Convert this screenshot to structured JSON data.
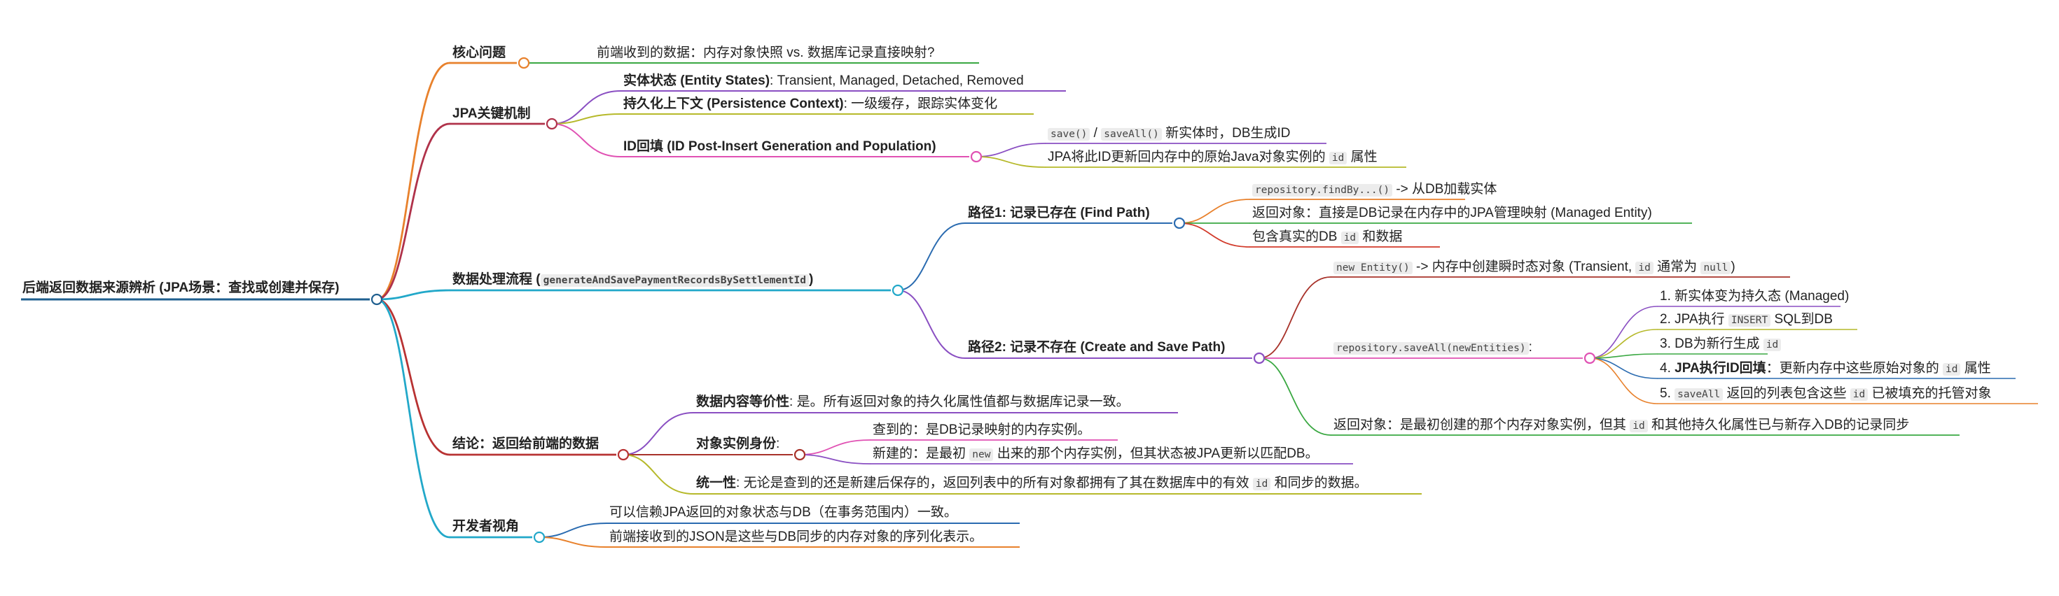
{
  "root": "后端返回数据来源辨析 (JPA场景：查找或创建并保存)",
  "core": {
    "title": "核心问题",
    "question": "前端收到的数据：内存对象快照 vs. 数据库记录直接映射?"
  },
  "jpa": {
    "title": "JPA关键机制",
    "entity_states_bold": "实体状态 (Entity States)",
    "entity_states_rest": ": Transient, Managed, Detached, Removed",
    "persistence_bold": "持久化上下文 (Persistence Context)",
    "persistence_rest": ": 一级缓存，跟踪实体变化",
    "id_title": "ID回填 (ID Post-Insert Generation and Population)",
    "id_c1_code_a": "save()",
    "id_c1_slash": " / ",
    "id_c1_code_b": "saveAll()",
    "id_c1_text": " 新实体时，DB生成ID",
    "id_c2_pre": "JPA将此ID更新回内存中的原始Java对象实例的 ",
    "id_c2_code": "id",
    "id_c2_post": " 属性"
  },
  "flow": {
    "title_pre": "数据处理流程 (",
    "title_code": "generateAndSavePaymentRecordsBySettlementId",
    "title_post": ")",
    "path1": {
      "title": "路径1: 记录已存在 (Find Path)",
      "c1_code": "repository.findBy...()",
      "c1_text": " -> 从DB加载实体",
      "c2": "返回对象：直接是DB记录在内存中的JPA管理映射 (Managed Entity)",
      "c3_pre": "包含真实的DB ",
      "c3_code": "id",
      "c3_post": " 和数据"
    },
    "path2": {
      "title": "路径2: 记录不存在 (Create and Save Path)",
      "new_code": "new Entity()",
      "new_text_a": " -> 内存中创建瞬时态对象 (Transient, ",
      "new_code_id": "id",
      "new_text_b": " 通常为 ",
      "new_code_null": "null",
      "new_text_c": ")",
      "save_code": "repository.saveAll(newEntities)",
      "save_colon": ":",
      "steps": {
        "s1": "1. 新实体变为持久态 (Managed)",
        "s2_pre": "2. JPA执行 ",
        "s2_code": "INSERT",
        "s2_post": " SQL到DB",
        "s3_pre": "3. DB为新行生成 ",
        "s3_code": "id",
        "s4_pre": "4. ",
        "s4_bold": "JPA执行ID回填",
        "s4_mid": "：更新内存中这些原始对象的 ",
        "s4_code": "id",
        "s4_post": " 属性",
        "s5_pre": "5. ",
        "s5_code_a": "saveAll",
        "s5_mid": " 返回的列表包含这些 ",
        "s5_code_b": "id",
        "s5_post": " 已被填充的托管对象"
      },
      "return_pre": "返回对象：是最初创建的那个内存对象实例，但其 ",
      "return_code": "id",
      "return_post": " 和其他持久化属性已与新存入DB的记录同步"
    }
  },
  "conclusion": {
    "title": "结论：返回给前端的数据",
    "equiv_bold": "数据内容等价性",
    "equiv_rest": ": 是。所有返回对象的持久化属性值都与数据库记录一致。",
    "identity_bold": "对象实例身份",
    "identity_colon": ":",
    "found": "查到的：是DB记录映射的内存实例。",
    "new_pre": "新建的：是最初 ",
    "new_code": "new",
    "new_post": " 出来的那个内存实例，但其状态被JPA更新以匹配DB。",
    "unity_bold": "统一性",
    "unity_pre": ": 无论是查到的还是新建后保存的，返回列表中的所有对象都拥有了其在数据库中的有效 ",
    "unity_code": "id",
    "unity_post": " 和同步的数据。"
  },
  "dev": {
    "title": "开发者视角",
    "c1": "可以信赖JPA返回的对象状态与DB（在事务范围内）一致。",
    "c2": "前端接收到的JSON是这些与DB同步的内存对象的序列化表示。"
  },
  "colors": {
    "root": "#1f5f8f",
    "core": "#e8812c",
    "jpa": "#b0324a",
    "flow": "#22a8c9",
    "conclusion": "#b83232",
    "dev": "#22a8c9",
    "green": "#3aa842",
    "purple": "#8a4fc2",
    "pink": "#e051b3",
    "olive": "#b6b92a",
    "blue": "#2a6bb0",
    "orange": "#e8812c",
    "red": "#d23a2a",
    "darkred": "#a8322a"
  }
}
